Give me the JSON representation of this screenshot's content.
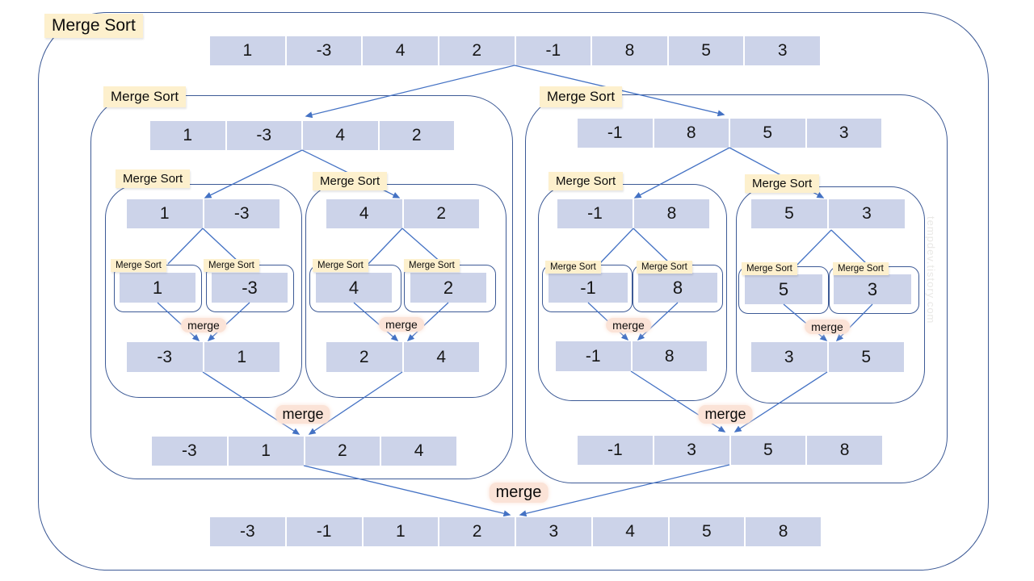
{
  "diagram": {
    "title": "Merge Sort",
    "recursion_label": "Merge Sort",
    "merge_label": "merge",
    "watermark": "tempdev.tistory.com",
    "colors": {
      "cell_bg": "#ccd3e9",
      "cell_divider": "#ffffff",
      "recursion_label_bg": "#fdf0cd",
      "merge_label_bg": "#fbe3d7",
      "container_line": "#3d5a96",
      "arrow": "#4472c4",
      "watermark_color": "#e9e8e6"
    }
  },
  "arrays": {
    "input": [
      "1",
      "-3",
      "4",
      "2",
      "-1",
      "8",
      "5",
      "3"
    ],
    "left_half": [
      "1",
      "-3",
      "4",
      "2"
    ],
    "right_half": [
      "-1",
      "8",
      "5",
      "3"
    ],
    "left_left": [
      "1",
      "-3"
    ],
    "left_right": [
      "4",
      "2"
    ],
    "right_left": [
      "-1",
      "8"
    ],
    "right_right": [
      "5",
      "3"
    ],
    "singles": [
      "1",
      "-3",
      "4",
      "2",
      "-1",
      "8",
      "5",
      "3"
    ],
    "left_left_merged": [
      "-3",
      "1"
    ],
    "left_right_merged": [
      "2",
      "4"
    ],
    "right_left_merged": [
      "-1",
      "8"
    ],
    "right_right_merged": [
      "3",
      "5"
    ],
    "left_merged": [
      "-3",
      "1",
      "2",
      "4"
    ],
    "right_merged": [
      "-1",
      "3",
      "5",
      "8"
    ],
    "output": [
      "-3",
      "-1",
      "1",
      "2",
      "3",
      "4",
      "5",
      "8"
    ]
  }
}
